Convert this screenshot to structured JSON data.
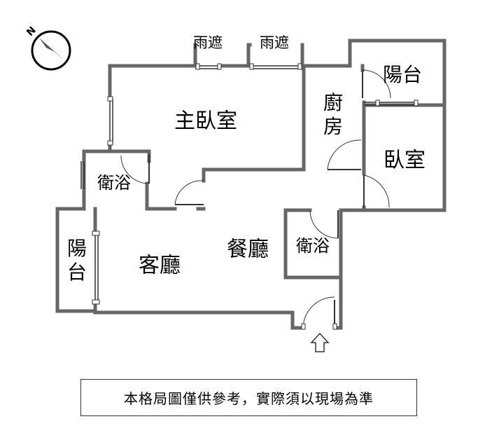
{
  "compass": {
    "north_label": "N",
    "icon": "compass-icon"
  },
  "rooms": {
    "master_bedroom": "主臥室",
    "awning_left": "雨遮",
    "awning_right": "雨遮",
    "balcony_top": "陽台",
    "kitchen_line1": "廚",
    "kitchen_line2": "房",
    "bedroom": "臥室",
    "bath_left": "衛浴",
    "bath_right": "衛浴",
    "balcony_left_line1": "陽",
    "balcony_left_line2": "台",
    "living_room": "客廳",
    "dining_room": "餐廳"
  },
  "entrance": {
    "icon": "entrance-arrow-icon"
  },
  "disclaimer": "本格局圖僅供參考，實際須以現場為準",
  "colors": {
    "wall": "#666666",
    "line": "#333333",
    "text": "#000000"
  }
}
